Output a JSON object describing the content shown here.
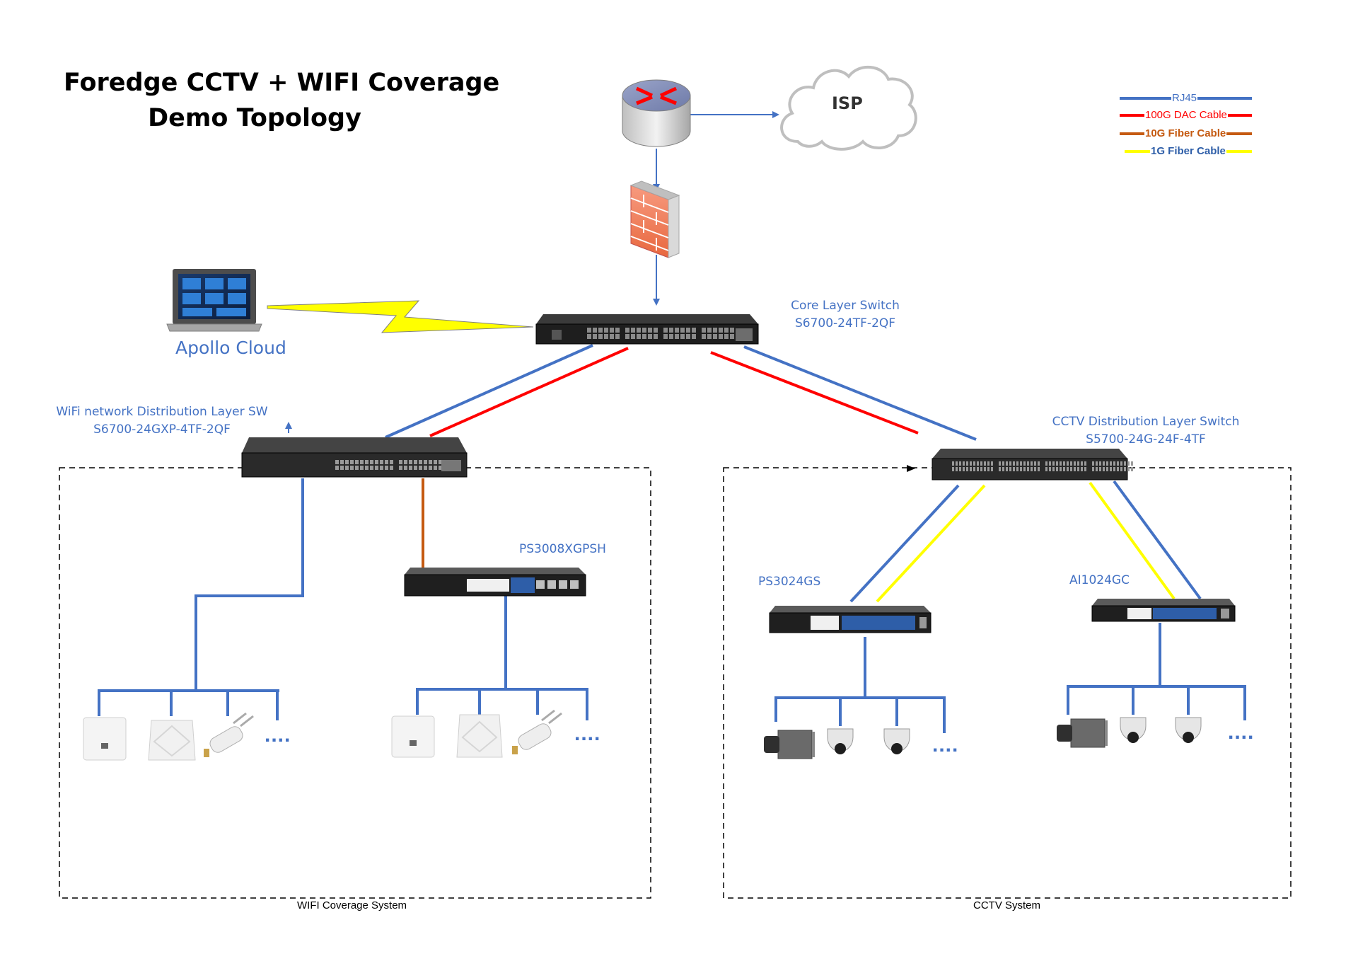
{
  "title": {
    "line1": "Foredge CCTV + WIFI Coverage",
    "line2": "Demo Topology"
  },
  "legend": [
    {
      "label": "RJ45",
      "color": "#4472c4"
    },
    {
      "label": "100G DAC Cable",
      "color": "#ff0000"
    },
    {
      "label": "10G Fiber Cable",
      "color": "#c55a11"
    },
    {
      "label": "1G Fiber Cable",
      "color": "#ffff00"
    }
  ],
  "nodes": {
    "isp": "ISP",
    "apollo": "Apollo Cloud",
    "core": {
      "line1": "Core Layer Switch",
      "line2": "S6700-24TF-2QF"
    },
    "wifi_dist": {
      "line1": "WiFi network Distribution Layer SW",
      "line2": "S6700-24GXP-4TF-2QF"
    },
    "cctv_dist": {
      "line1": "CCTV Distribution Layer Switch",
      "line2": "S5700-24G-24F-4TF"
    },
    "ps3008": "PS3008XGPSH",
    "ps3024": "PS3024GS",
    "ai1024": "AI1024GC"
  },
  "more_indicator": "....",
  "systems": {
    "wifi": "WIFI Coverage System",
    "cctv": "CCTV System"
  },
  "icons": [
    "router-icon",
    "cloud-icon",
    "firewall-icon",
    "laptop-icon",
    "lightning-icon",
    "switch-icon",
    "access-point-icon",
    "outdoor-ap-icon",
    "box-camera-icon",
    "dome-camera-icon"
  ]
}
